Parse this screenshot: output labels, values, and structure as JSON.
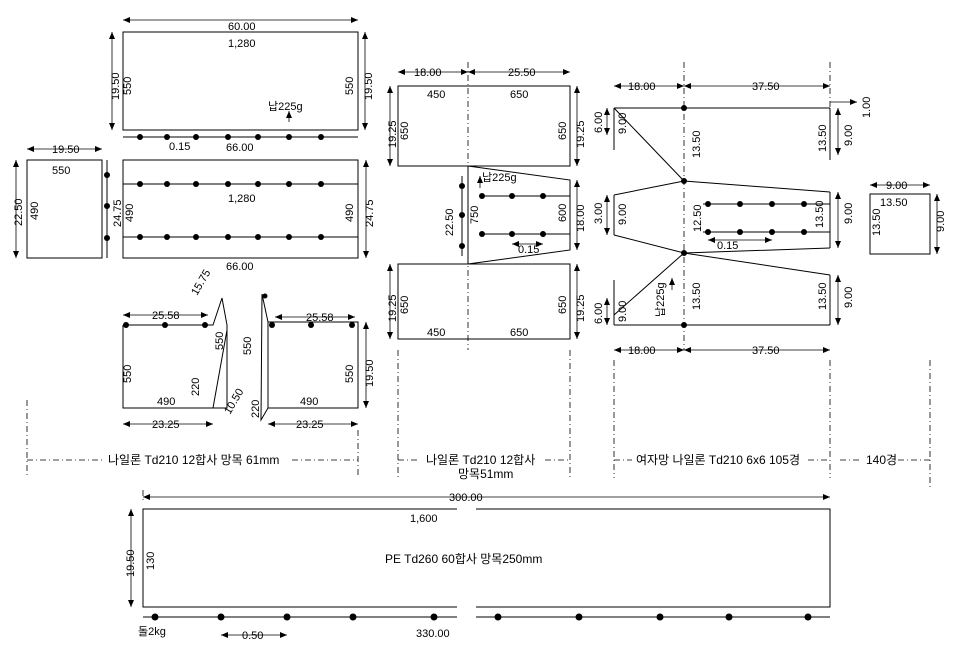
{
  "net1": {
    "top_panel": {
      "width": "60.00",
      "meshes": "1,280",
      "height_left": "19.50",
      "height_right": "19.50",
      "mesh_left": "550",
      "mesh_right": "550",
      "weight": "납225g",
      "spacing": "0.15",
      "bottom": "66.00"
    },
    "side_panel": {
      "width": "19.50",
      "meshes": "550",
      "height": "22.50",
      "mesh_height": "490"
    },
    "mid_panel": {
      "meshes": "1,280",
      "height_left": "24.75",
      "height_right": "24.75",
      "mesh_left": "490",
      "mesh_right": "490",
      "bottom": "66.00"
    },
    "left_trap": {
      "top": "25.58",
      "slant": "15.75",
      "mesh_side": "550",
      "mesh_left": "550",
      "mesh_inner": "220",
      "slant2": "10.50",
      "mesh_bottom": "490",
      "bottom": "23.25"
    },
    "right_trap": {
      "top": "25.58",
      "mesh_side": "550",
      "mesh_right": "550",
      "height": "19.50",
      "mesh_inner": "220",
      "mesh_bottom": "490",
      "bottom": "23.25"
    },
    "caption": "나일론 Td210 12합사 망목 61mm"
  },
  "net2": {
    "top_left": "18.00",
    "top_right": "25.50",
    "upper": {
      "h_left": "19.25",
      "h_right": "19.25",
      "mesh_left": "650",
      "mesh_right": "650",
      "m1": "450",
      "m2": "650"
    },
    "middle": {
      "weight": "납225g",
      "height": "22.50",
      "mesh_h": "750",
      "mesh_r": "600",
      "h_right": "18.00",
      "spacing": "0.15"
    },
    "lower": {
      "h_left": "19.25",
      "h_right": "19.25",
      "mesh_left": "650",
      "mesh_right": "650",
      "m1": "450",
      "m2": "650"
    },
    "caption": "나일론 Td210 12합사",
    "caption2": "망목51mm"
  },
  "net3": {
    "top_left": "18.00",
    "top_right": "37.50",
    "right_edge": "1.00",
    "left_top_a": "6.00",
    "left_top_b": "9.00",
    "center_top": "13.50",
    "right_top_a": "13.50",
    "right_top_b": "9.00",
    "left_mid_a": "3.00",
    "left_mid_b": "9.00",
    "mid_a": "12.50",
    "mid_b": "13.50",
    "mid_c": "9.00",
    "spacing": "0.15",
    "weight": "납225g",
    "center_bot": "13.50",
    "right_bot_a": "13.50",
    "right_bot_b": "9.00",
    "left_bot_a": "6.00",
    "left_bot_b": "9.00",
    "bot_left": "18.00",
    "bot_right": "37.50",
    "caption": "여자망 나일론 Td210 6x6 105경"
  },
  "net4": {
    "width": "9.00",
    "meshes": "13.50",
    "mesh_left": "13.50",
    "mesh_right": "9.00",
    "caption": "140경"
  },
  "net5": {
    "width": "300.00",
    "meshes": "1,600",
    "height": "19.50",
    "mesh_h": "130",
    "material": "PE Td260 60합사 망목250mm",
    "stone": "돌2kg",
    "spacing": "0.50",
    "bottom": "330.00"
  }
}
